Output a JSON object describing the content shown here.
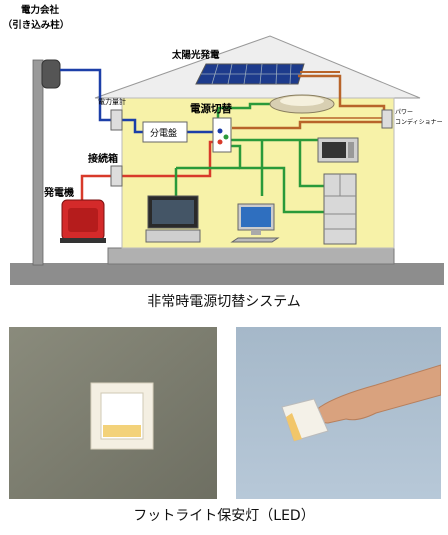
{
  "diagram": {
    "labels": {
      "utility_company": "電力会社",
      "service_pole": "（引き込み柱）",
      "solar": "太陽光発電",
      "meter": "電力量計",
      "distribution_board": "分電盤",
      "power_switch": "電源切替",
      "junction_box": "接続箱",
      "generator": "発電機",
      "power_conditioner_1": "パワー",
      "power_conditioner_2": "コンディショナー"
    },
    "caption": "非常時電源切替システム"
  },
  "photos": {
    "caption": "フットライト保安灯（LED）"
  },
  "colors": {
    "house_wall": "#f7f2a8",
    "roof": "#eeeeee",
    "line_blue": "#1c3fa8",
    "line_red": "#d83a2a",
    "line_green": "#2a9a3a",
    "line_orange": "#b8642a",
    "ground": "#8a8a8a",
    "wall_photo": "#7a7a6a",
    "sky_photo": "#a9bccd"
  }
}
